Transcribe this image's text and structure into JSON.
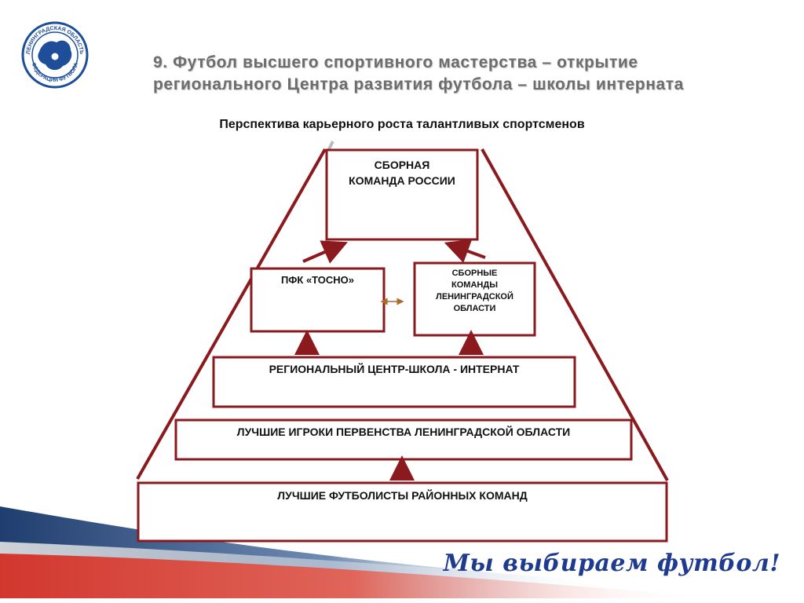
{
  "header": {
    "title": "9. Футбол высшего спортивного мастерства – открытие\nрегионального Центра развития футбола – школы интерната",
    "subtitle": "Перспектива карьерного роста талантливых спортсменов"
  },
  "logo": {
    "ring_text_top": "ЛЕНИНГРАДСКАЯ ОБЛАСТЬ",
    "ring_text_bottom": "ФЕДЕРАЦИЯ ФУТБОЛА",
    "color": "#1e4e9a"
  },
  "pyramid": {
    "color": "#8b1a1f",
    "levels": {
      "national_team": "СБОРНАЯ\nКОМАНДА РОССИИ",
      "pfk_tosno": "ПФК «ТОСНО»",
      "regional_teams": "СБОРНЫЕ\nКОМАНДЫ\nЛЕНИНГРАДСКОЙ\nОБЛАСТИ",
      "regional_center": "РЕГИОНАЛЬНЫЙ ЦЕНТР-ШКОЛА - ИНТЕРНАТ",
      "best_region_players": "ЛУЧШИЕ ИГРОКИ ПЕРВЕНСТВА ЛЕНИНГРАДСКОЙ ОБЛАСТИ",
      "best_district_players": "ЛУЧШИЕ ФУТБОЛИСТЫ РАЙОННЫХ КОМАНД"
    }
  },
  "footer": {
    "slogan": "Мы выбираем футбол!",
    "wave_colors": [
      "#1f3d6e",
      "#e4e4e4",
      "#d2372e"
    ]
  }
}
